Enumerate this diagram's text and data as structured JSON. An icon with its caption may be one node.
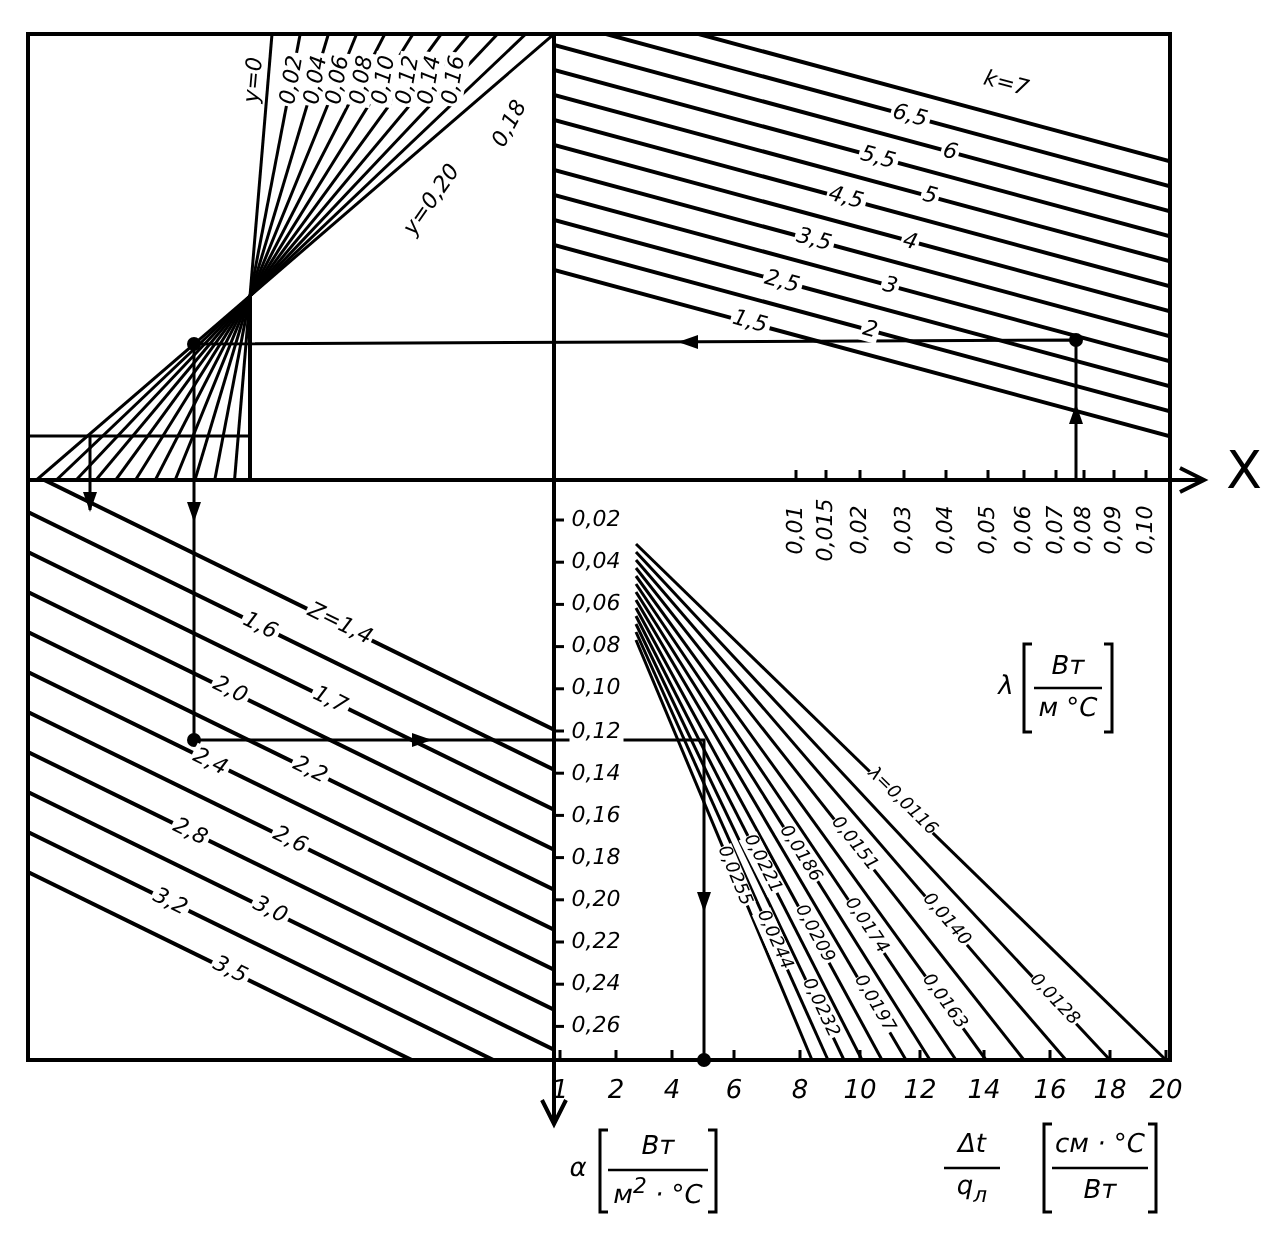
{
  "diagram": {
    "labels": [
      "y=0",
      "0,02",
      "0,04",
      "0,06",
      "0,08",
      "0,10",
      "0,12",
      "0,14",
      "0,16",
      "0,18",
      "y=0,20",
      "k=7",
      "6,5",
      "5,5",
      "6",
      "4,5",
      "5",
      "3,5",
      "4",
      "2,5",
      "3",
      "1,5",
      "2",
      "X",
      "0,01",
      "0,015",
      "0,02",
      "0,03",
      "0,04",
      "0,05",
      "0,06",
      "0,07",
      "0,08",
      "0,09",
      "0,10",
      "Z=1,4",
      "1,6",
      "2,0",
      "1,7",
      "2,4",
      "2,2",
      "2,8",
      "2,6",
      "3,2",
      "3,0",
      "3,5",
      "0,02",
      "0,04",
      "0,06",
      "0,08",
      "0,10",
      "0,12",
      "0,14",
      "0,16",
      "0,18",
      "0,20",
      "0,22",
      "0,24",
      "0,26",
      "λ",
      "Вт",
      "м °С",
      "λ=0,0116",
      "0,0128",
      "0,0140",
      "0,0151",
      "0,0163",
      "0,0174",
      "0,0186",
      "0,0197",
      "0,0209",
      "0,0221",
      "0,0232",
      "0,0244",
      "0,0255",
      "1",
      "2",
      "4",
      "6",
      "8",
      "10",
      "12",
      "14",
      "16",
      "18",
      "20",
      "α",
      "Вт",
      "м$^{2}$ · °С",
      "Δt",
      "q$_{л}$",
      "см · °С",
      "Вт"
    ]
  }
}
